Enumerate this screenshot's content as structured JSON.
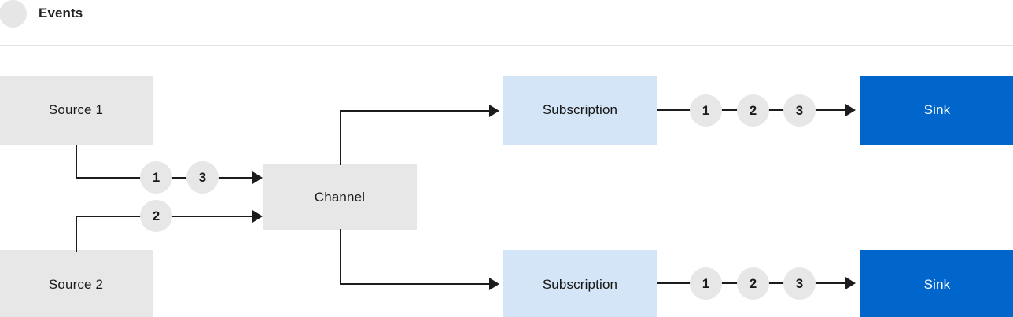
{
  "legend": {
    "dot_icon": "event-dot-icon",
    "label": "Events",
    "dot_color": "#e6e6e6"
  },
  "colors": {
    "source_fill": "#e7e7e7",
    "channel_fill": "#e7e7e7",
    "subscription_fill": "#d4e5f7",
    "sink_fill": "#0066cc",
    "sink_text": "#ffffff",
    "line": "#1c1c1c",
    "divider": "#e3e3e3",
    "badge_fill": "#e7e7e7"
  },
  "nodes": {
    "source_1": {
      "label": "Source 1"
    },
    "source_2": {
      "label": "Source 2"
    },
    "channel": {
      "label": "Channel"
    },
    "subscription_top": {
      "label": "Subscription"
    },
    "subscription_bottom": {
      "label": "Subscription"
    },
    "sink_top": {
      "label": "Sink"
    },
    "sink_bottom": {
      "label": "Sink"
    }
  },
  "badges": {
    "source_1_row": [
      "1",
      "3"
    ],
    "source_2_row": [
      "2"
    ],
    "subscription_top_row": [
      "1",
      "2",
      "3"
    ],
    "subscription_bottom_row": [
      "1",
      "2",
      "3"
    ]
  }
}
